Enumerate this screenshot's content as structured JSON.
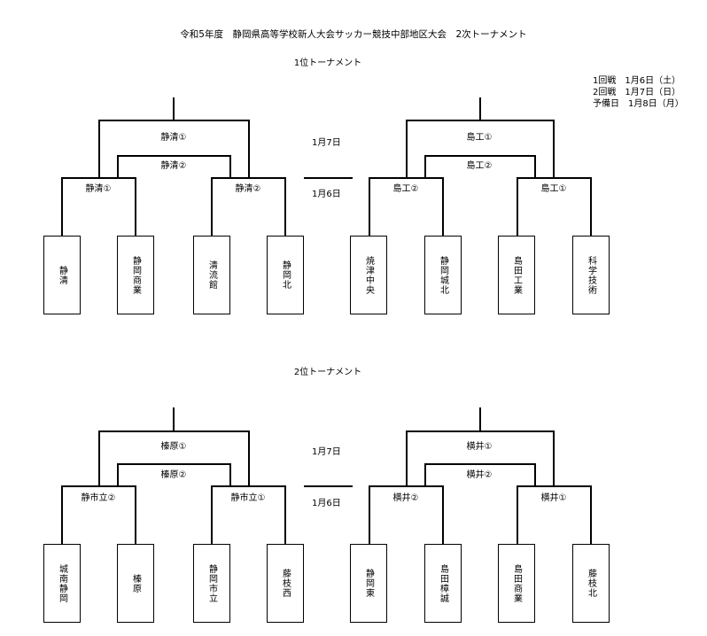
{
  "title": "令和5年度　静岡県高等学校新人大会サッカー競技中部地区大会　2次トーナメント",
  "schedule": [
    "1回戦　1月6日（土）",
    "2回戦　1月7日（日）",
    "予備日　1月8日（月）"
  ],
  "brackets": [
    {
      "heading": "1位トーナメント",
      "round2_date": "1月7日",
      "round1_date": "1月6日",
      "left": {
        "top_label": "静清①",
        "inner_label": "静清②",
        "r1_left": "静清①",
        "r1_right": "静清②",
        "teams": [
          "静清",
          "静岡商業",
          "清流館",
          "静岡北"
        ]
      },
      "right": {
        "top_label": "島工①",
        "inner_label": "島工②",
        "r1_left": "島工②",
        "r1_right": "島工①",
        "teams": [
          "焼津中央",
          "静岡城北",
          "島田工業",
          "科学技術"
        ]
      }
    },
    {
      "heading": "2位トーナメント",
      "round2_date": "1月7日",
      "round1_date": "1月6日",
      "left": {
        "top_label": "榛原①",
        "inner_label": "榛原②",
        "r1_left": "静市立②",
        "r1_right": "静市立①",
        "teams": [
          "城南静岡",
          "榛原",
          "静岡市立",
          "藤枝西"
        ]
      },
      "right": {
        "top_label": "横井①",
        "inner_label": "横井②",
        "r1_left": "横井②",
        "r1_right": "横井①",
        "teams": [
          "静岡東",
          "島田樟誠",
          "島田商業",
          "藤枝北"
        ]
      }
    }
  ]
}
